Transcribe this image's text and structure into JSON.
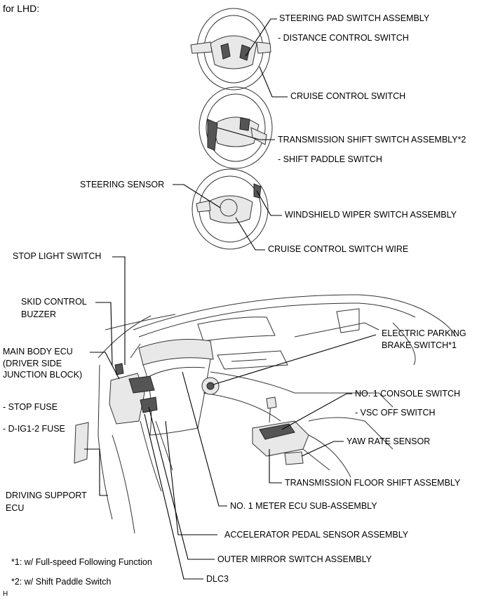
{
  "header": "for LHD:",
  "labels": {
    "steering_pad_switch": "STEERING PAD SWITCH ASSEMBLY",
    "distance_control_switch": "- DISTANCE CONTROL SWITCH",
    "cruise_control_switch": "CRUISE CONTROL SWITCH",
    "transmission_shift_switch": "TRANSMISSION SHIFT SWITCH ASSEMBLY*2",
    "shift_paddle_switch": "- SHIFT PADDLE SWITCH",
    "steering_sensor": "STEERING SENSOR",
    "windshield_wiper_switch": "WINDSHIELD WIPER SWITCH ASSEMBLY",
    "cruise_control_switch_wire": "CRUISE CONTROL SWITCH WIRE",
    "stop_light_switch": "STOP LIGHT SWITCH",
    "skid_control_buzzer_1": "SKID CONTROL",
    "skid_control_buzzer_2": "BUZZER",
    "main_body_ecu_1": "MAIN BODY ECU",
    "main_body_ecu_2": "(DRIVER SIDE",
    "main_body_ecu_3": "JUNCTION BLOCK)",
    "stop_fuse": "- STOP FUSE",
    "d_ig1_2_fuse": "- D-IG1-2 FUSE",
    "driving_support_ecu_1": "DRIVING SUPPORT",
    "driving_support_ecu_2": "ECU",
    "electric_parking_brake_1": "ELECTRIC PARKING",
    "electric_parking_brake_2": "BRAKE SWITCH*1",
    "no1_console_switch": "NO. 1 CONSOLE SWITCH",
    "vsc_off_switch": "- VSC OFF SWITCH",
    "yaw_rate_sensor": "YAW RATE SENSOR",
    "transmission_floor_shift": "TRANSMISSION FLOOR SHIFT ASSEMBLY",
    "no1_meter_ecu": "NO. 1 METER ECU SUB-ASSEMBLY",
    "accelerator_pedal_sensor": "ACCELERATOR PEDAL SENSOR ASSEMBLY",
    "outer_mirror_switch": "OUTER MIRROR SWITCH ASSEMBLY",
    "dlc3": "DLC3"
  },
  "footnotes": {
    "note1": "*1: w/ Full-speed Following Function",
    "note2": "*2: w/ Shift Paddle Switch"
  },
  "corner_mark": "H"
}
